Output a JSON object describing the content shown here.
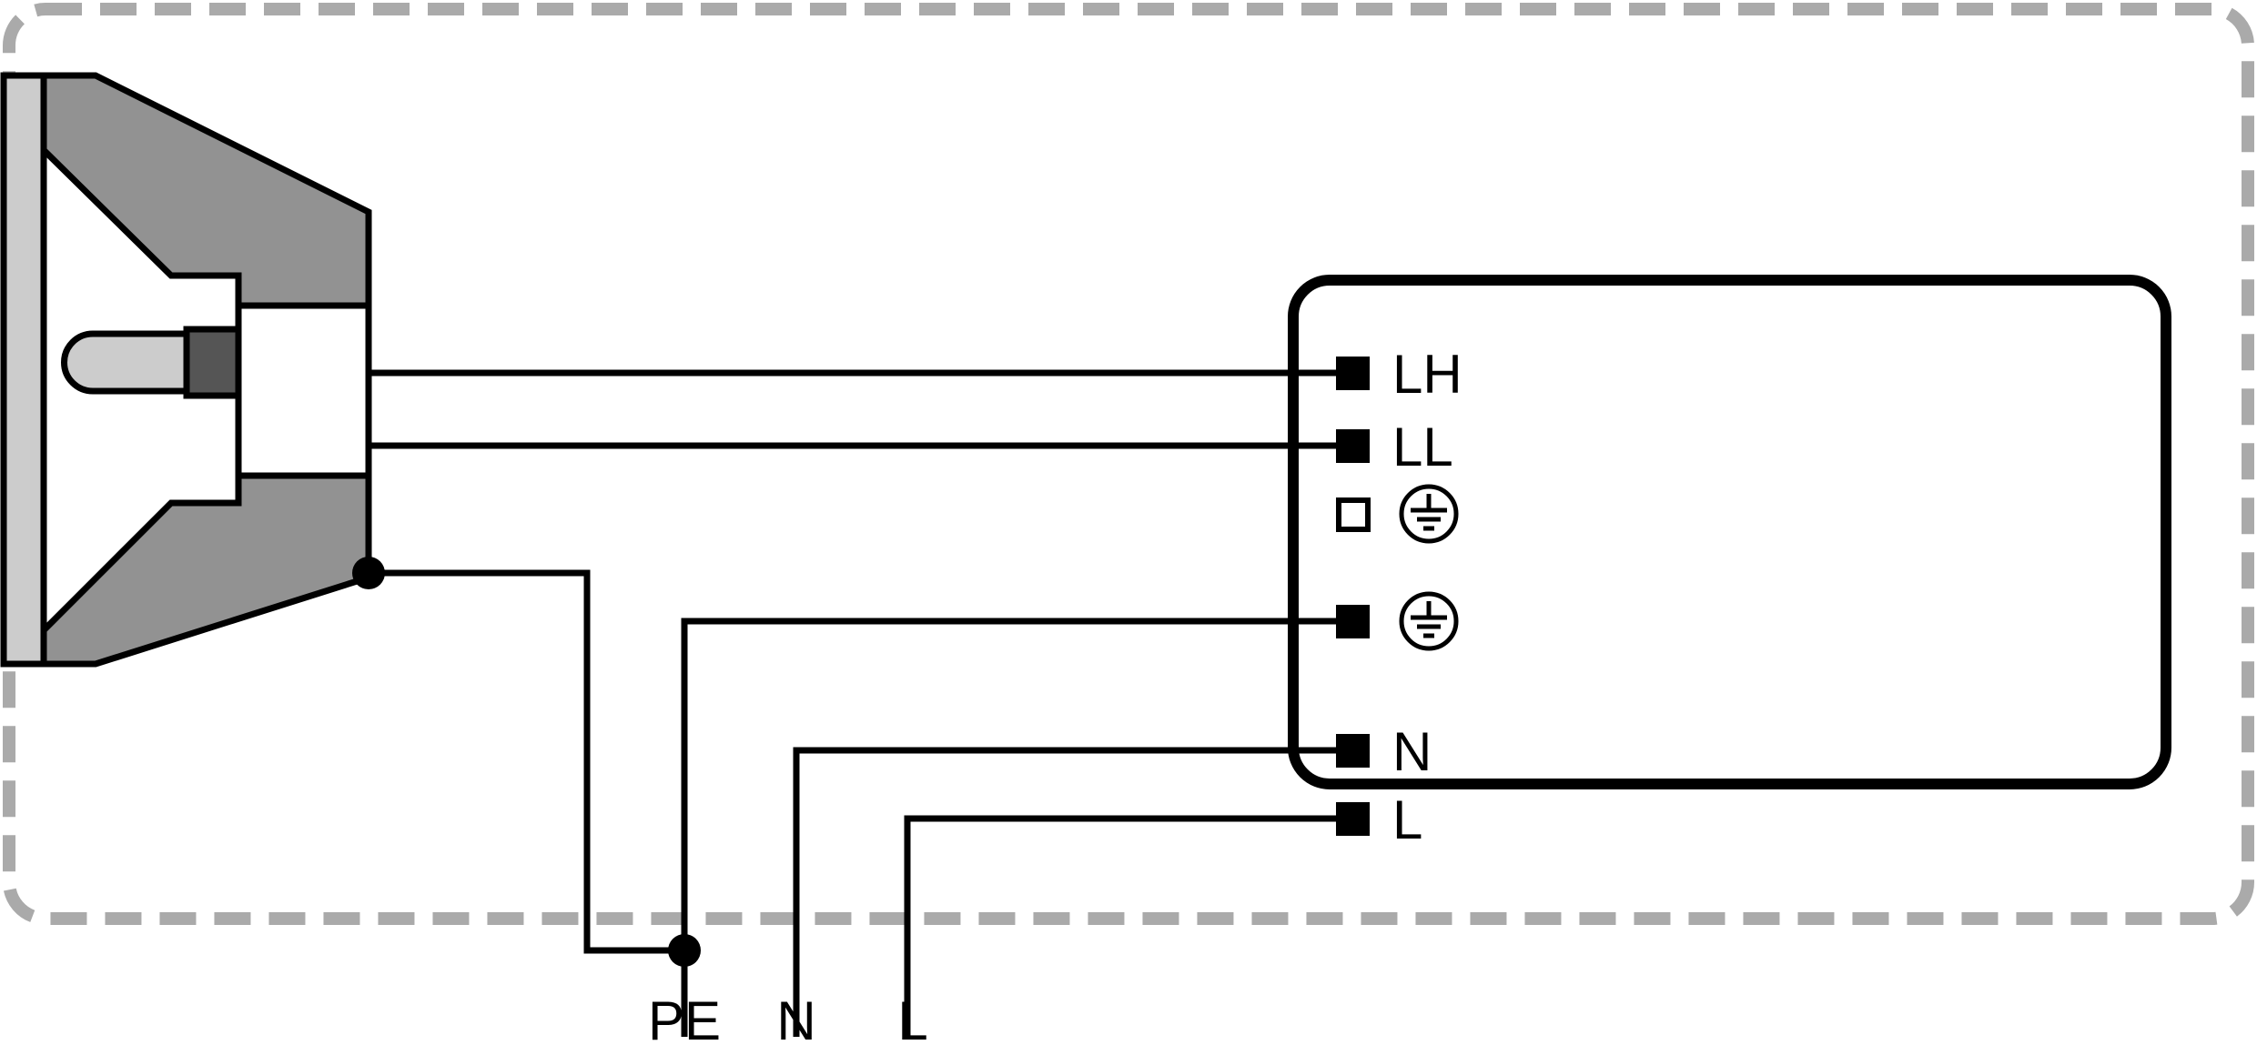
{
  "colors": {
    "border": "#aaaaaa",
    "housing": "#929292",
    "glass": "#cccccc",
    "socket": "#555555",
    "line": "#000000"
  },
  "ballast_terminals": [
    {
      "label": "LH",
      "type": "filled"
    },
    {
      "label": "LL",
      "type": "filled"
    },
    {
      "label": "",
      "type": "open",
      "icon": "earth-icon"
    },
    {
      "label": "",
      "type": "filled",
      "icon": "earth-icon"
    },
    {
      "label": "N",
      "type": "filled"
    },
    {
      "label": "L",
      "type": "filled"
    }
  ],
  "supply_labels": {
    "pe": "PE",
    "n": "N",
    "l": "L"
  }
}
